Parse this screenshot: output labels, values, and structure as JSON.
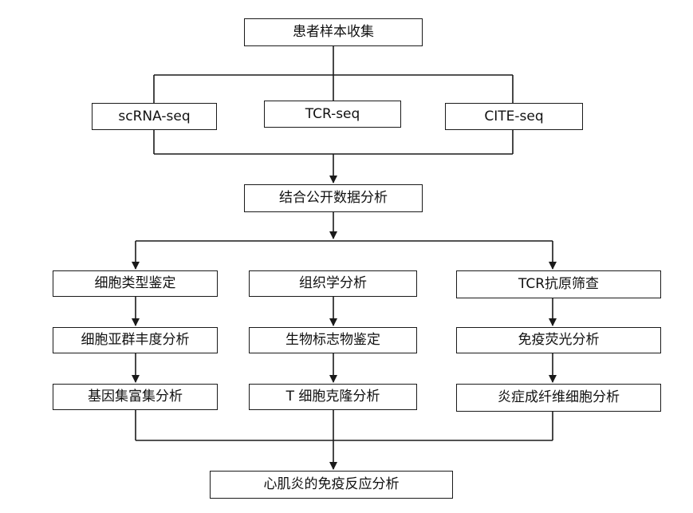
{
  "top": {
    "label": "患者样本收集"
  },
  "sequencing": [
    {
      "label": "scRNA-seq"
    },
    {
      "label": "TCR-seq"
    },
    {
      "label": "CITE-seq"
    }
  ],
  "combine": {
    "label": "结合公开数据分析"
  },
  "columns": [
    {
      "steps": [
        "细胞类型鉴定",
        "细胞亚群丰度分析",
        "基因集富集分析"
      ]
    },
    {
      "steps": [
        "组织学分析",
        "生物标志物鉴定",
        "T 细胞克隆分析"
      ]
    },
    {
      "steps": [
        "TCR抗原筛查",
        "免疫荧光分析",
        "炎症成纤维细胞分析"
      ]
    }
  ],
  "bottom": {
    "label": "心肌炎的免疫反应分析"
  },
  "colors": {
    "stroke": "#1a1a1a",
    "background": "#ffffff"
  }
}
